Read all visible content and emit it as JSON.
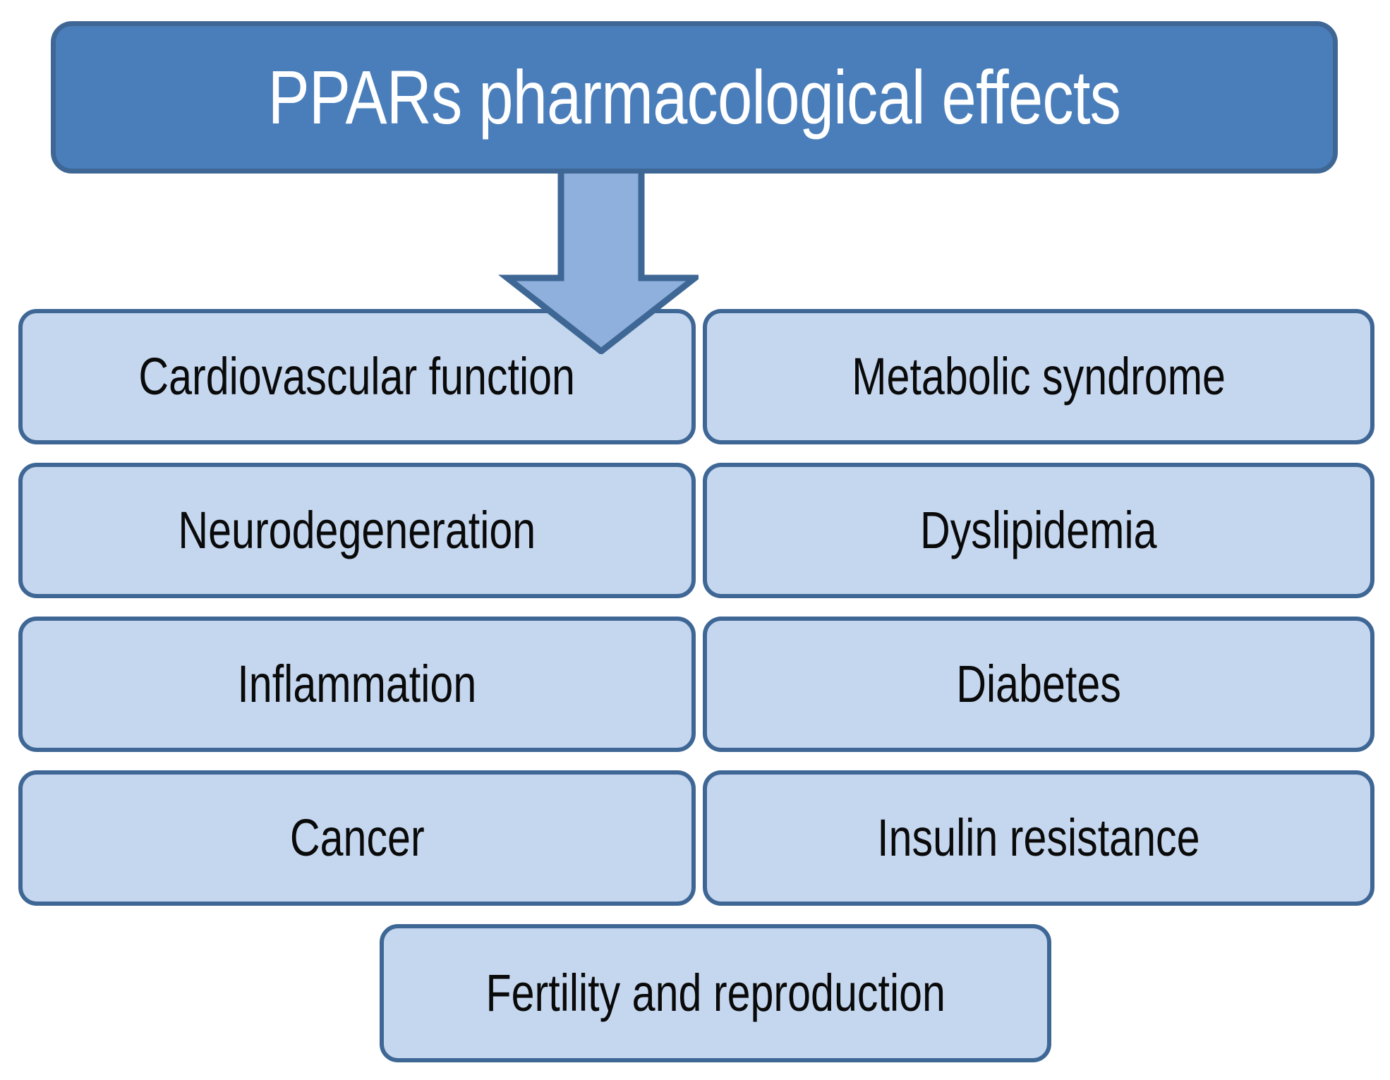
{
  "diagram": {
    "title": "PPARs pharmacological effects",
    "colors": {
      "header_fill": "#4A7EBB",
      "header_border": "#3F6795",
      "box_fill": "#C5D7EF",
      "box_border": "#3F6795",
      "arrow_fill": "#8FAFDC",
      "arrow_border": "#3F6795",
      "header_text": "#FFFFFF",
      "box_text": "#0A0A0A",
      "background": "#FFFFFF"
    },
    "arrow": {
      "name": "down-arrow",
      "direction": "down"
    },
    "columns": {
      "left": [
        {
          "label": "Cardiovascular function"
        },
        {
          "label": "Neurodegeneration"
        },
        {
          "label": "Inflammation"
        },
        {
          "label": "Cancer"
        }
      ],
      "right": [
        {
          "label": "Metabolic syndrome"
        },
        {
          "label": "Dyslipidemia"
        },
        {
          "label": "Diabetes"
        },
        {
          "label": "Insulin resistance"
        }
      ]
    },
    "bottom": {
      "label": "Fertility and reproduction"
    }
  }
}
